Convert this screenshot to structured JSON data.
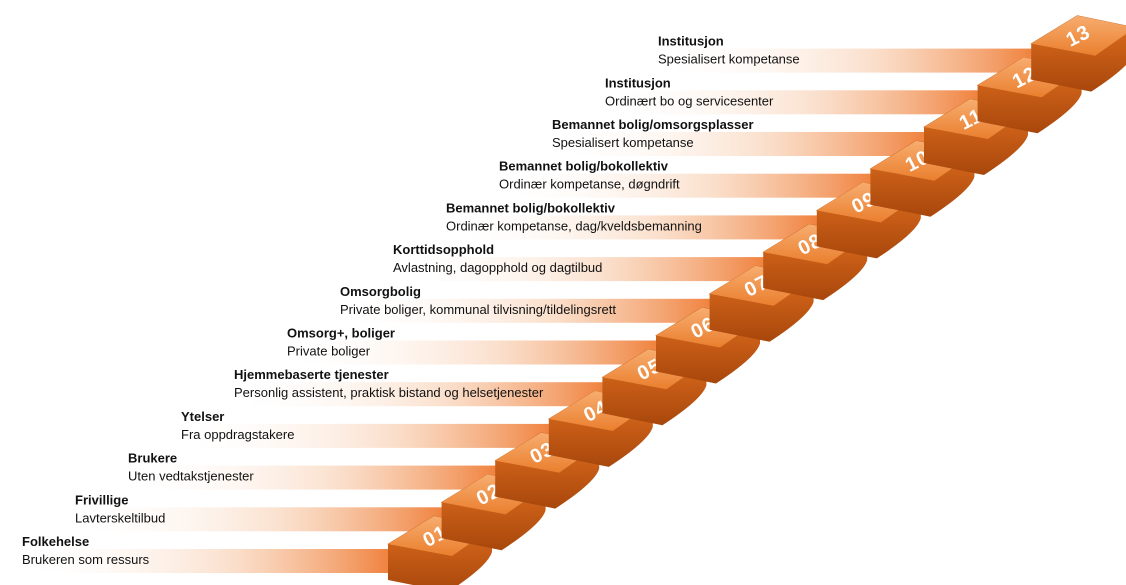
{
  "colors": {
    "step_top": "#ef8a3a",
    "step_top_light": "#f6a865",
    "step_riser": "#c65a14",
    "step_riser_dark": "#9a3f08",
    "band": "#f07a33"
  },
  "steps": [
    {
      "number": "01",
      "title": "Folkehelse",
      "subtitle": "Brukeren som ressurs"
    },
    {
      "number": "02",
      "title": "Frivillige",
      "subtitle": "Lavterskeltilbud"
    },
    {
      "number": "03",
      "title": "Brukere",
      "subtitle": "Uten vedtakstjenester"
    },
    {
      "number": "04",
      "title": "Ytelser",
      "subtitle": "Fra oppdragstakere"
    },
    {
      "number": "05",
      "title": "Hjemmebaserte tjenester",
      "subtitle": "Personlig assistent, praktisk bistand og helsetjenester"
    },
    {
      "number": "06",
      "title": "Omsorg+, boliger",
      "subtitle": "Private boliger"
    },
    {
      "number": "07",
      "title": "Omsorgbolig",
      "subtitle": "Private boliger, kommunal tilvisning/tildelingsrett"
    },
    {
      "number": "08",
      "title": "Korttidsopphold",
      "subtitle": "Avlastning, dagopphold og dagtilbud"
    },
    {
      "number": "09",
      "title": "Bemannet bolig/bokollektiv",
      "subtitle": "Ordinær kompetanse, dag/kveldsbemanning"
    },
    {
      "number": "10",
      "title": "Bemannet bolig/bokollektiv",
      "subtitle": "Ordinær kompetanse, døgndrift"
    },
    {
      "number": "11",
      "title": "Bemannet bolig/omsorgsplasser",
      "subtitle": "Spesialisert kompetanse"
    },
    {
      "number": "12",
      "title": "Institusjon",
      "subtitle": "Ordinært bo og servicesenter"
    },
    {
      "number": "13",
      "title": "Institusjon",
      "subtitle": "Spesialisert kompetanse"
    }
  ]
}
